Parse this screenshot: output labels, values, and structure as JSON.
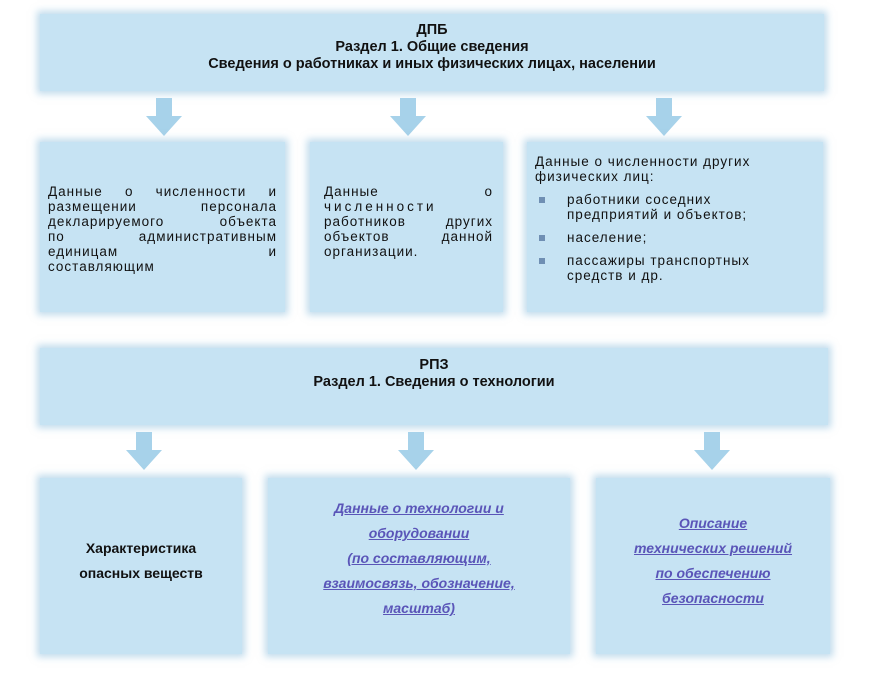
{
  "dpb": {
    "title": "ДПБ",
    "line2": "Раздел 1. Общие сведения",
    "line3": "Сведения о работниках и иных физических лицах, населении"
  },
  "dpb_boxes": {
    "box1": [
      "Данные о численности и",
      "размещении персонала",
      "декларируемого объекта",
      "по административным",
      "единицам и",
      "составляющим"
    ],
    "box2": [
      "Данные о",
      "численности",
      "работников других",
      "объектов данной",
      "организации."
    ],
    "box3_intro": [
      "Данные о численности других",
      "физических лиц:"
    ],
    "box3_items": [
      [
        "работники соседних",
        "предприятий и объектов;"
      ],
      [
        "население;"
      ],
      [
        "пассажиры транспортных",
        "средств и др."
      ]
    ]
  },
  "rpz": {
    "title": "РПЗ",
    "line2": "Раздел 1. Сведения о технологии"
  },
  "rpz_boxes": {
    "box1": [
      "Характеристика",
      "опасных веществ"
    ],
    "box2": [
      "Данные о технологии и",
      "оборудовании",
      "(по составляющим,",
      "взаимосвязь, обозначение,",
      "масштаб)"
    ],
    "box3": [
      "Описание",
      "технических решений",
      "по обеспечению",
      "безопасности"
    ]
  },
  "colors": {
    "box_fill": "#c6e3f3",
    "arrow_fill": "#a7d2ea",
    "link_text": "#5a55b8"
  }
}
